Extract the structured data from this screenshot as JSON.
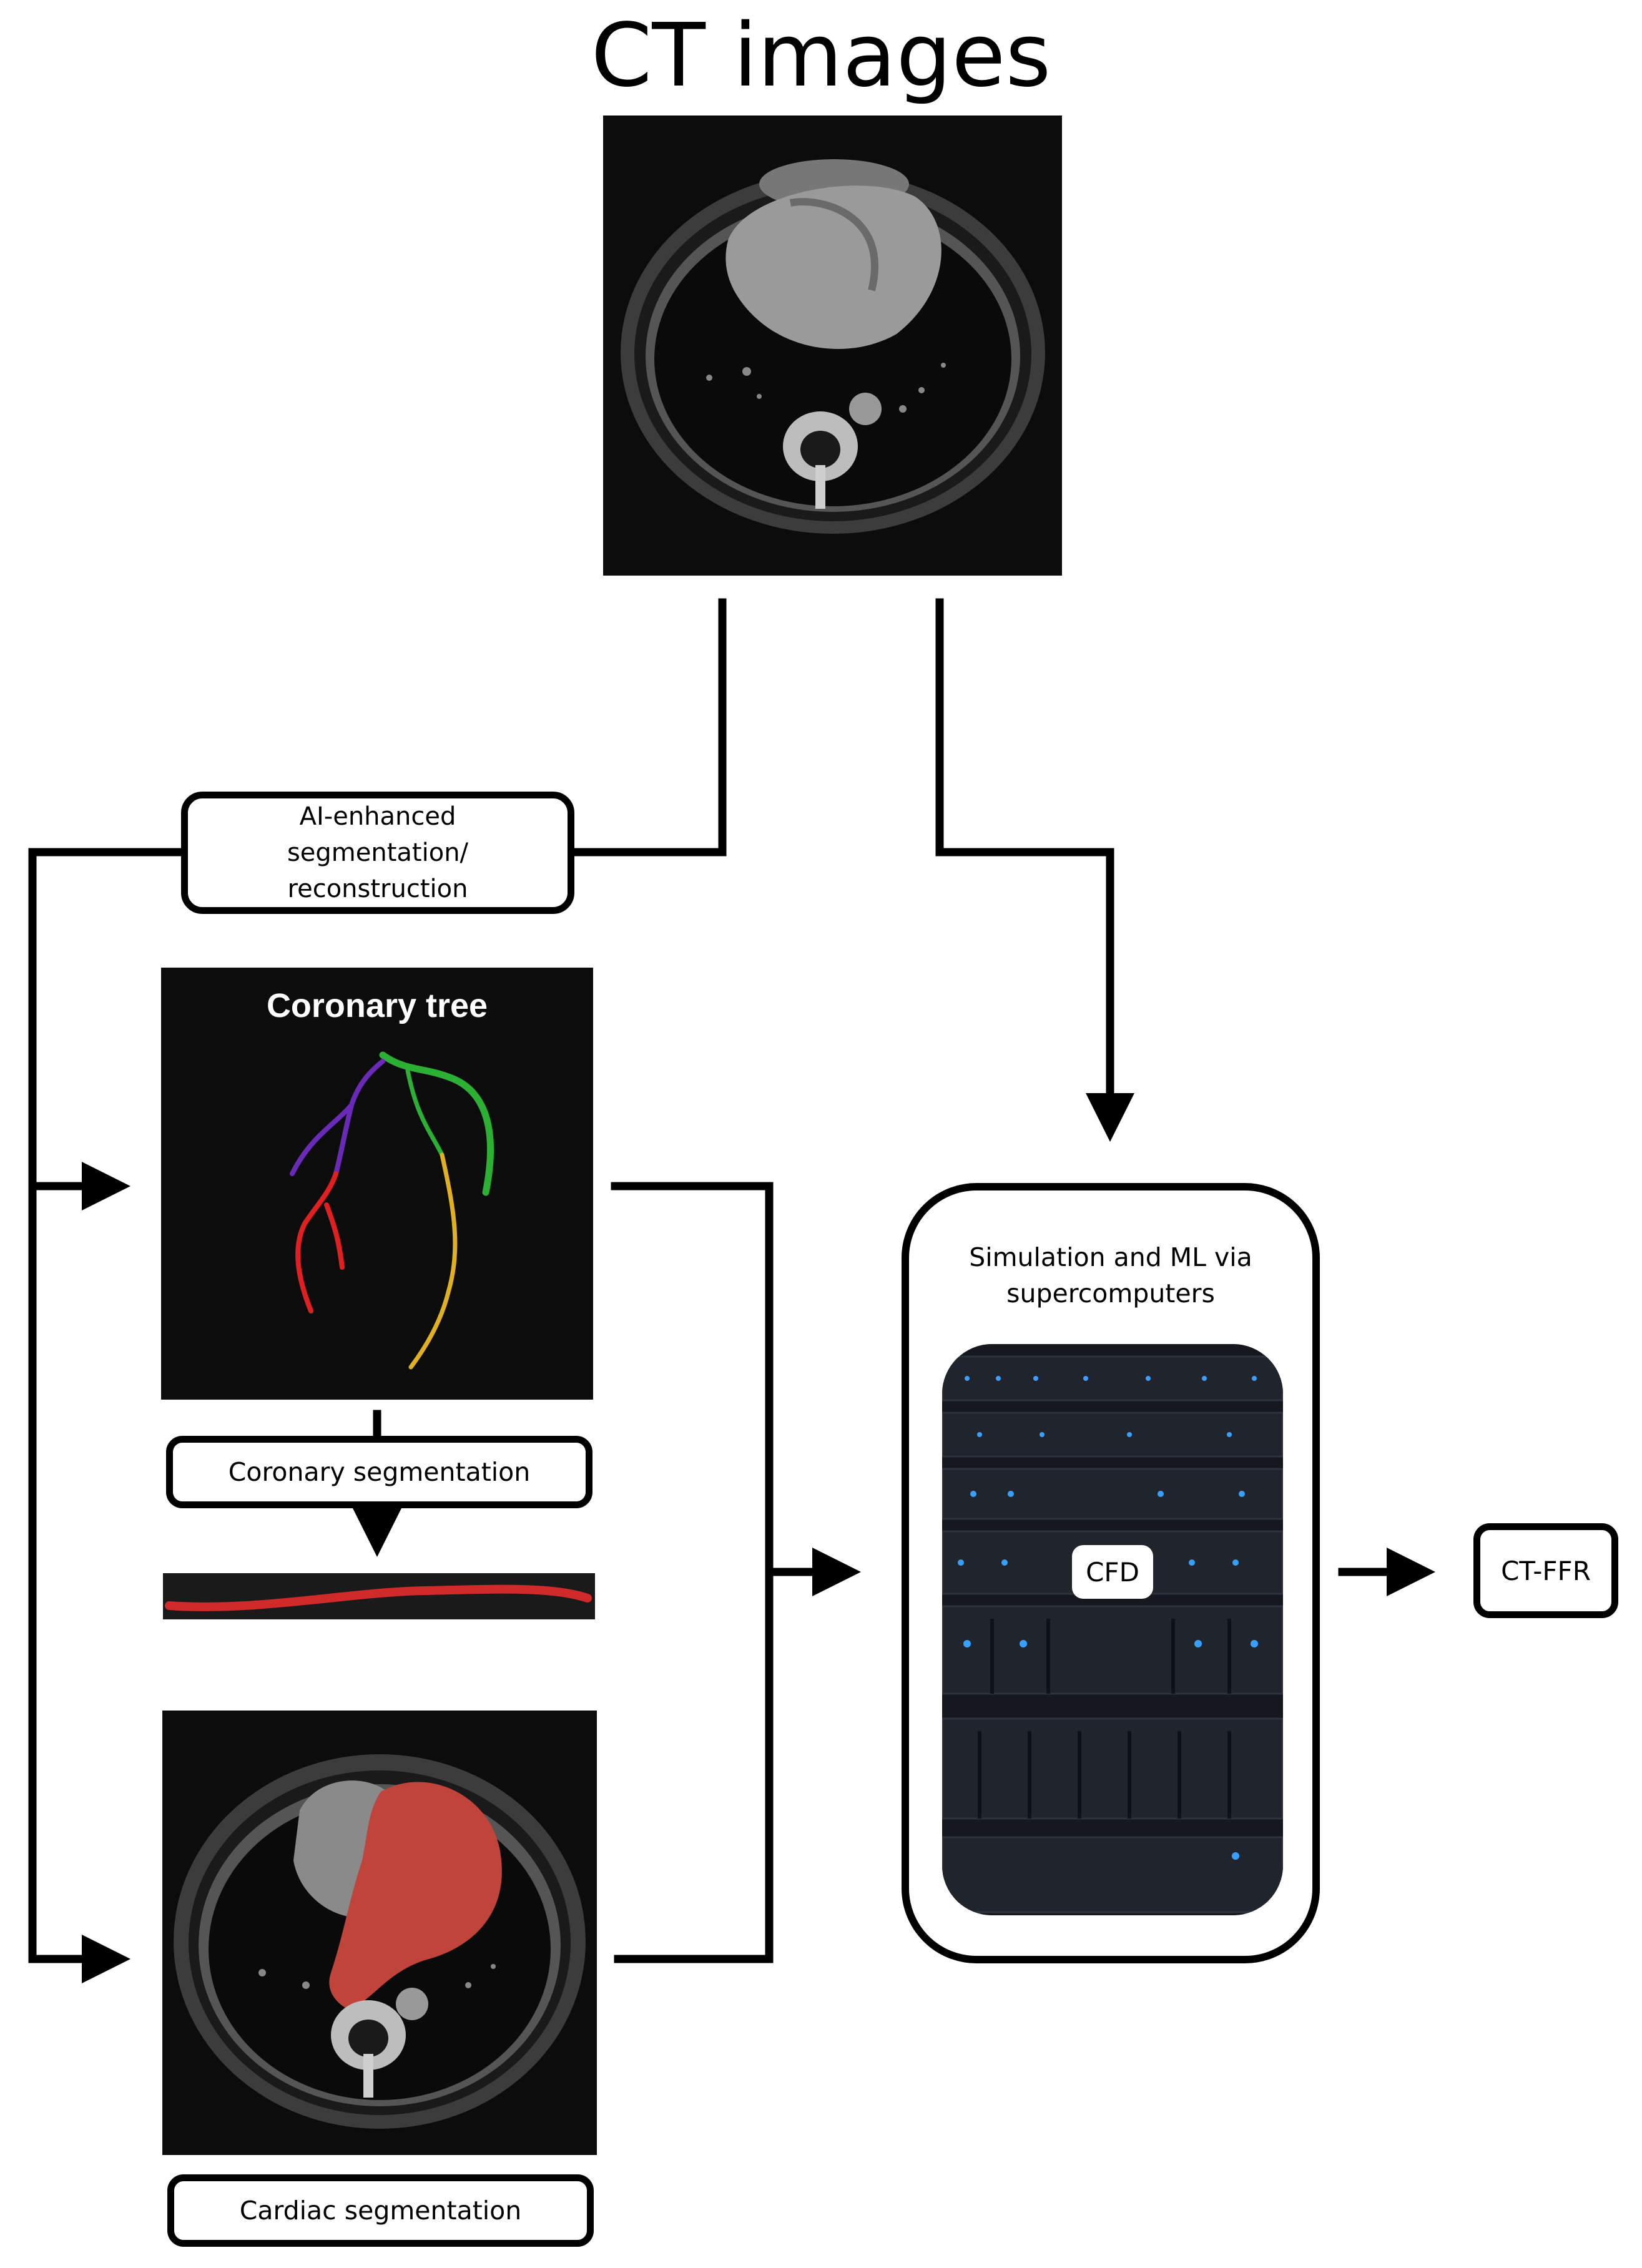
{
  "title": "CT images",
  "ai_box": {
    "label": "AI-enhanced\nsegmentation/\nreconstruction"
  },
  "coronary_panel": {
    "title": "Coronary tree"
  },
  "coronary_segmentation": {
    "label": "Coronary segmentation"
  },
  "cardiac_segmentation": {
    "label": "Cardiac segmentation"
  },
  "simulation": {
    "label": "Simulation and ML via\nsupercomputers",
    "center_label": "CFD"
  },
  "output": {
    "label": "CT-FFR"
  },
  "colors": {
    "vessel_purple": "#6a2ab8",
    "vessel_green": "#2bb034",
    "vessel_red": "#e02020",
    "vessel_yellow": "#e0b020",
    "cardiac_overlay": "#c0443c",
    "server_led": "#3aa0ff"
  }
}
